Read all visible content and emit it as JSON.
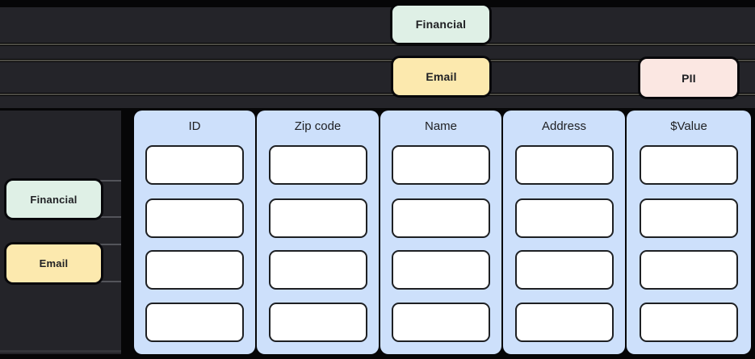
{
  "colors": {
    "background": "#060607",
    "row": "#242429",
    "row_line": "#4b4a43",
    "sidebar": "#242429",
    "sidebar_line": "#53545a",
    "tag_financial": "#dff0e6",
    "tag_email": "#fce9ae",
    "tag_pii": "#fbe7e2",
    "column_bg": "#cde0fb",
    "cell_bg": "#ffffff",
    "cell_border": "#1e2023",
    "text_dark": "#202124"
  },
  "lanes": {
    "financial_tag": "Financial",
    "email_tag": "Email",
    "pii_tag": "PII"
  },
  "sidebar": {
    "financial_tag": "Financial",
    "email_tag": "Email"
  },
  "table": {
    "columns": [
      {
        "header": "ID"
      },
      {
        "header": "Zip code"
      },
      {
        "header": "Name"
      },
      {
        "header": "Address"
      },
      {
        "header": "$Value"
      }
    ],
    "cells_per_column": 4,
    "cells_are_empty": true
  }
}
